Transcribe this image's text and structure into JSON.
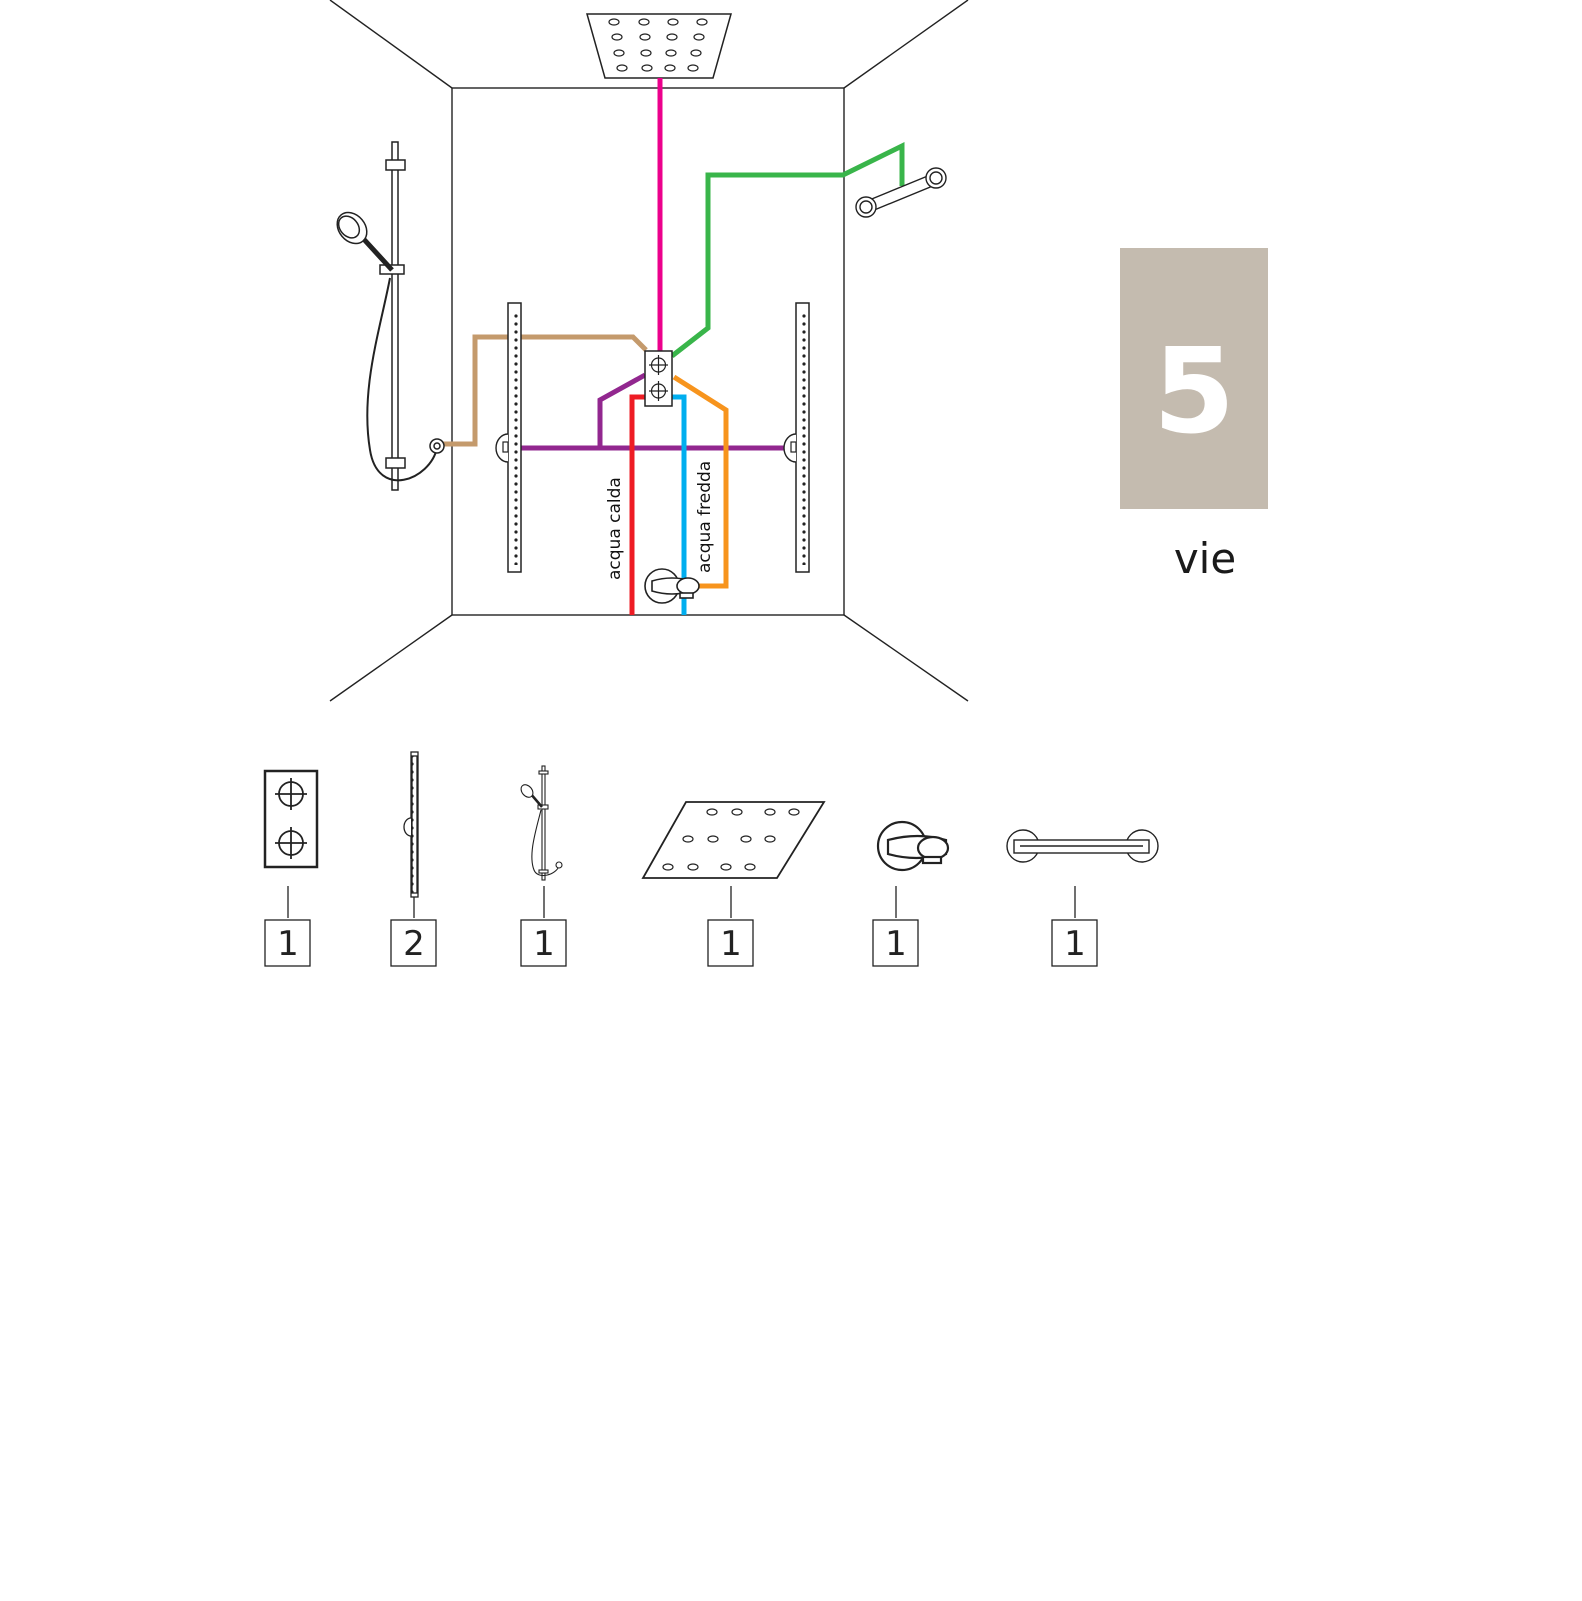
{
  "badge": {
    "number": "5",
    "caption": "vie"
  },
  "pipe_labels": {
    "hot": "acqua calda",
    "cold": "acqua fredda"
  },
  "pipe_colors": {
    "hot": "#ee1c24",
    "cold": "#00aeef",
    "overhead": "#ec008c",
    "towel_bar": "#39b54a",
    "hand_shower": "#c49a6c",
    "side_jets": "#92278f",
    "spout": "#f7941d"
  },
  "badge_color": "#c4bbaf",
  "components": [
    {
      "icon": "thermostatic-mixer-icon",
      "quantity": "1"
    },
    {
      "icon": "side-jet-bar-icon",
      "quantity": "2"
    },
    {
      "icon": "hand-shower-rail-icon",
      "quantity": "1"
    },
    {
      "icon": "overhead-shower-icon",
      "quantity": "1"
    },
    {
      "icon": "bath-spout-icon",
      "quantity": "1"
    },
    {
      "icon": "towel-bar-icon",
      "quantity": "1"
    }
  ]
}
